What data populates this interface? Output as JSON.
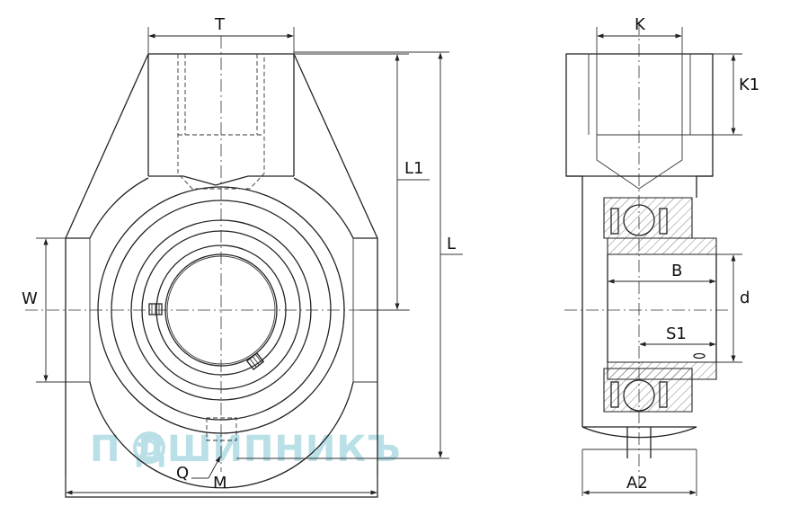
{
  "labels": {
    "T": "T",
    "K": "K",
    "K1": "K1",
    "L1": "L1",
    "L": "L",
    "W": "W",
    "B": "B",
    "d": "d",
    "S1": "S1",
    "Q": "Q",
    "M": "M",
    "A2": "A2"
  },
  "watermark": {
    "text": "П ДШИПНИКЪ",
    "color": "#b9dfe7"
  }
}
